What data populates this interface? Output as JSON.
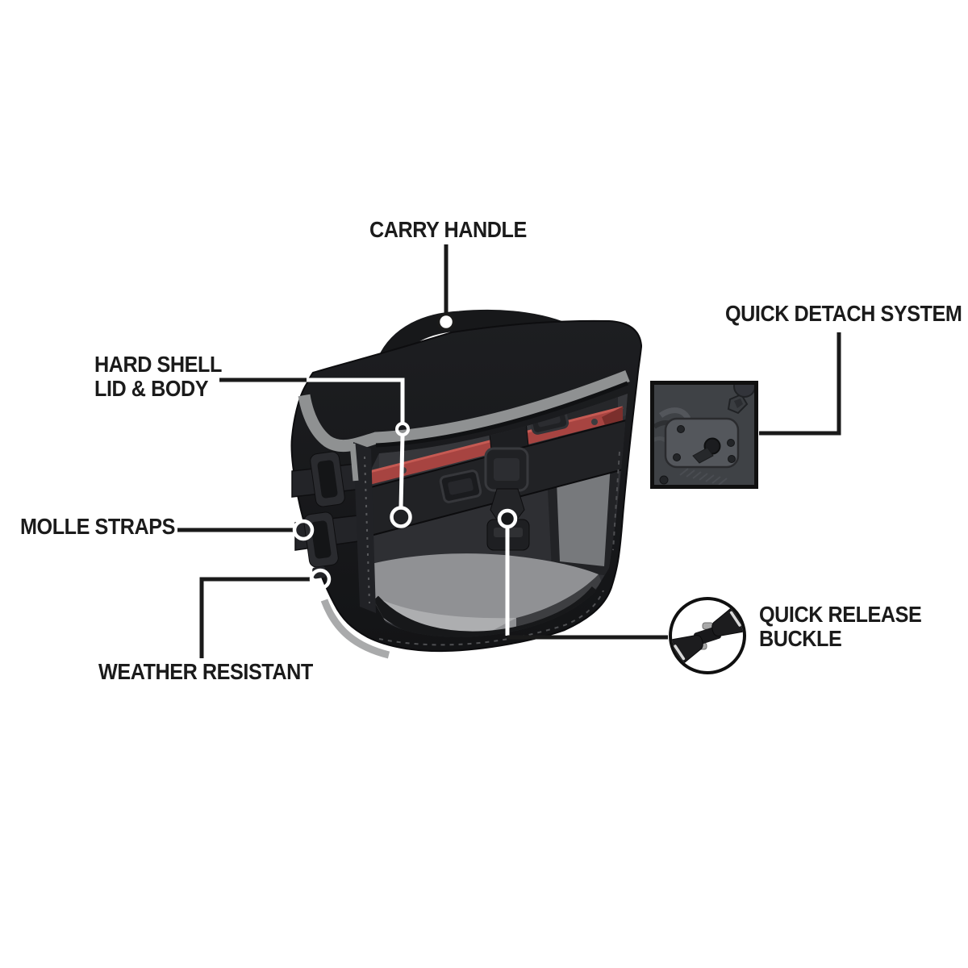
{
  "page": {
    "type": "product-feature-diagram",
    "subject": "motorcycle saddlebag cutaway illustration",
    "background": "#ffffff"
  },
  "labels": {
    "carry_handle": "CARRY HANDLE",
    "hard_shell": {
      "line1": "HARD SHELL",
      "line2": "LID & BODY"
    },
    "molle_straps": "MOLLE STRAPS",
    "weather_resistant": "WEATHER RESISTANT",
    "quick_detach": "QUICK DETACH SYSTEM",
    "quick_release": {
      "line1": "QUICK RELEASE",
      "line2": "BUCKLE"
    }
  },
  "icons": {
    "quick_detach_inset": "quick-detach-latch-photo",
    "quick_release_inset": "cobra-buckle-photo"
  },
  "colors": {
    "label_text": "#1b1b1b",
    "leader_line_dark": "#1a1a1a",
    "leader_line_light": "#ffffff",
    "bag_black": "#17181a",
    "piping_gray": "#8f9192",
    "rail_red": "#a74441",
    "interior_floor_gray": "#909194",
    "inset_photo_gray": "#3f4246"
  }
}
